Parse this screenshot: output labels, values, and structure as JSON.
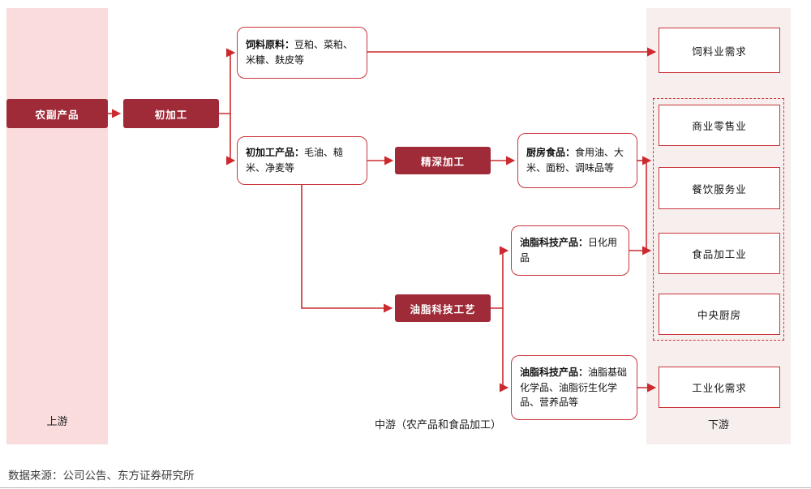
{
  "colors": {
    "dark_red": "#A02B38",
    "arrow_red": "#CC2A2F",
    "border_red": "#C9353B",
    "pink_bg": "#FADCDD",
    "panel_bg": "#F6EFEE"
  },
  "panels": {
    "upstream": {
      "label": "上游"
    },
    "midstream": {
      "label": "中游（农产品和食品加工）"
    },
    "downstream": {
      "label": "下游"
    }
  },
  "nodes": {
    "byproduct": {
      "label": "农副产品"
    },
    "primary_processing": {
      "label": "初加工"
    },
    "feed_materials": {
      "title": "饲料原料：",
      "text": "豆粕、菜粕、米糠、麸皮等"
    },
    "primary_products": {
      "title": "初加工产品：",
      "text": "毛油、糙米、净麦等"
    },
    "deep_processing": {
      "label": "精深加工"
    },
    "kitchen_food": {
      "title": "厨房食品：",
      "text": "食用油、大米、面粉、调味品等"
    },
    "oleo_tech_process": {
      "label": "油脂科技工艺"
    },
    "oleo_daily_products": {
      "title": "油脂科技产品：",
      "text": "日化用品"
    },
    "oleo_chemical_products": {
      "title": "油脂科技产品：",
      "text": "油脂基础化学品、油脂衍生化学品、营养品等"
    },
    "feed_demand": {
      "label": "饲料业需求"
    },
    "retail": {
      "label": "商业零售业"
    },
    "catering": {
      "label": "餐饮服务业"
    },
    "food_processing": {
      "label": "食品加工业"
    },
    "central_kitchen": {
      "label": "中央厨房"
    },
    "industrial_demand": {
      "label": "工业化需求"
    }
  },
  "footer": {
    "source": "数据来源：公司公告、东方证券研究所"
  }
}
